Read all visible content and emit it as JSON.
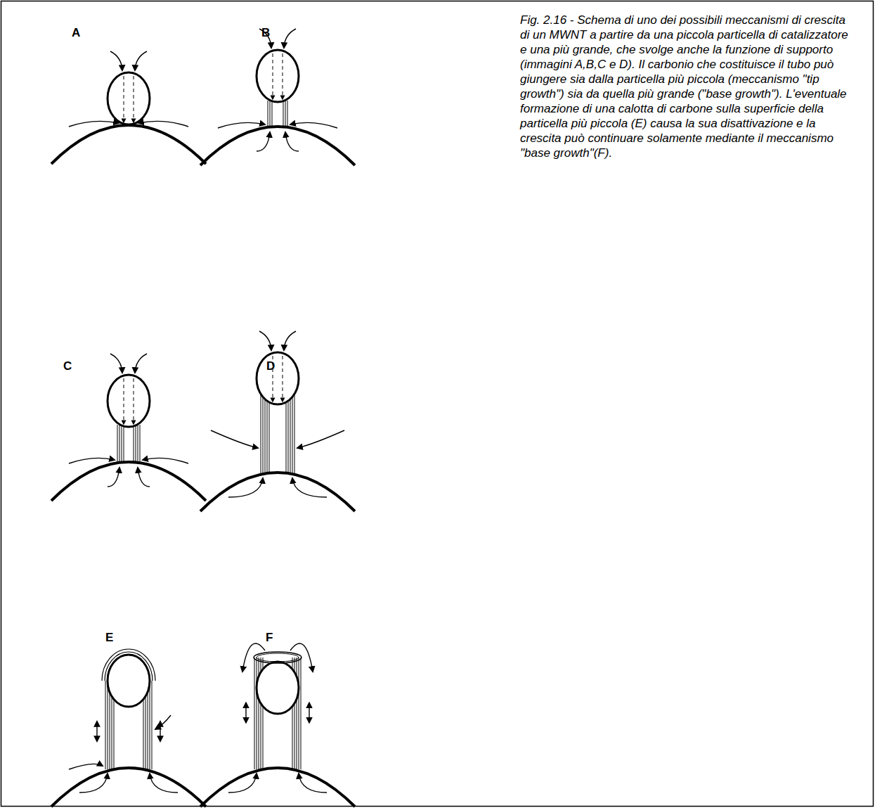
{
  "diagram": {
    "caption": "Fig. 2.16 - Schema di uno dei possibili meccanismi di crescita di un MWNT a partire da una piccola particella di catalizzatore e una più grande, che svolge anche la funzione di supporto (immagini A,B,C e D). Il carbonio che costituisce il tubo può giungere sia dalla particella più piccola (meccanismo \"tip growth\") sia da quella più grande (\"base growth\"). L'eventuale formazione di una calotta di carbone sulla superficie della particella più piccola (E) causa la sua disattivazione e la crescita può continuare solamente mediante il meccanismo \"base growth\"(F).",
    "labels": [
      "A",
      "B",
      "C",
      "D",
      "E",
      "F"
    ]
  }
}
